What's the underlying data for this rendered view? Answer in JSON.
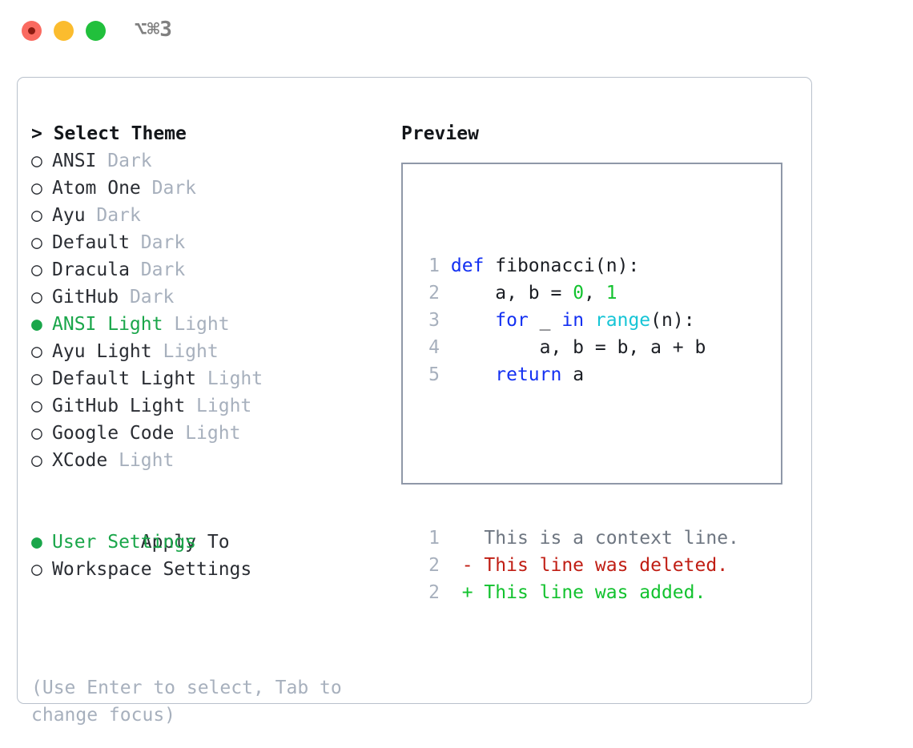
{
  "window": {
    "title": "⌥⌘3",
    "traffic_lights": [
      {
        "name": "close",
        "color": "#fa6a60"
      },
      {
        "name": "minimize",
        "color": "#fbbc2e"
      },
      {
        "name": "maximize",
        "color": "#21c03c"
      }
    ]
  },
  "theme_picker": {
    "header": "> Select Theme",
    "marker_selected": "●",
    "marker_unselected": "○",
    "items": [
      {
        "name": "ANSI",
        "kind": "Dark",
        "selected": false
      },
      {
        "name": "Atom One",
        "kind": "Dark",
        "selected": false
      },
      {
        "name": "Ayu",
        "kind": "Dark",
        "selected": false
      },
      {
        "name": "Default",
        "kind": "Dark",
        "selected": false
      },
      {
        "name": "Dracula",
        "kind": "Dark",
        "selected": false
      },
      {
        "name": "GitHub",
        "kind": "Dark",
        "selected": false
      },
      {
        "name": "ANSI Light",
        "kind": "Light",
        "selected": true
      },
      {
        "name": "Ayu Light",
        "kind": "Light",
        "selected": false
      },
      {
        "name": "Default Light",
        "kind": "Light",
        "selected": false
      },
      {
        "name": "GitHub Light",
        "kind": "Light",
        "selected": false
      },
      {
        "name": "Google Code",
        "kind": "Light",
        "selected": false
      },
      {
        "name": "XCode",
        "kind": "Light",
        "selected": false
      }
    ]
  },
  "apply_to": {
    "header": "Apply To",
    "items": [
      {
        "name": "User Settings",
        "selected": true
      },
      {
        "name": "Workspace Settings",
        "selected": false
      }
    ]
  },
  "hint": "(Use Enter to select, Tab to change focus)",
  "preview": {
    "title": "Preview",
    "code_lines": [
      {
        "lineno": "1",
        "tokens": [
          {
            "text": "def ",
            "style": "kw"
          },
          {
            "text": "fibonacci(n):",
            "style": "plain"
          }
        ]
      },
      {
        "lineno": "2",
        "tokens": [
          {
            "text": "    a, b = ",
            "style": "plain"
          },
          {
            "text": "0",
            "style": "num"
          },
          {
            "text": ", ",
            "style": "plain"
          },
          {
            "text": "1",
            "style": "num"
          }
        ]
      },
      {
        "lineno": "3",
        "tokens": [
          {
            "text": "    ",
            "style": "plain"
          },
          {
            "text": "for",
            "style": "kw"
          },
          {
            "text": " _ ",
            "style": "plain"
          },
          {
            "text": "in",
            "style": "kw"
          },
          {
            "text": " ",
            "style": "plain"
          },
          {
            "text": "range",
            "style": "fn"
          },
          {
            "text": "(n):",
            "style": "plain"
          }
        ]
      },
      {
        "lineno": "4",
        "tokens": [
          {
            "text": "        a, b = b, a + b",
            "style": "plain"
          }
        ]
      },
      {
        "lineno": "5",
        "tokens": [
          {
            "text": "    ",
            "style": "plain"
          },
          {
            "text": "return",
            "style": "kw"
          },
          {
            "text": " a",
            "style": "plain"
          }
        ]
      }
    ],
    "diff_lines": [
      {
        "lineno": "1",
        "marker": "  ",
        "text": "This is a context line.",
        "style": "ctx"
      },
      {
        "lineno": "2",
        "marker": "- ",
        "text": "This line was deleted.",
        "style": "del"
      },
      {
        "lineno": "2",
        "marker": "+ ",
        "text": "This line was added.",
        "style": "add"
      }
    ]
  },
  "colors": {
    "accent_green": "#1aa64a",
    "muted_gray": "#a7b0bd",
    "keyword_blue": "#1330f2",
    "function_cyan": "#17c5d6",
    "number_green": "#12c22e",
    "diff_delete_red": "#c01e14",
    "diff_add_green": "#12c22e",
    "panel_border": "#b9c1cc",
    "preview_border": "#8f98a8"
  }
}
